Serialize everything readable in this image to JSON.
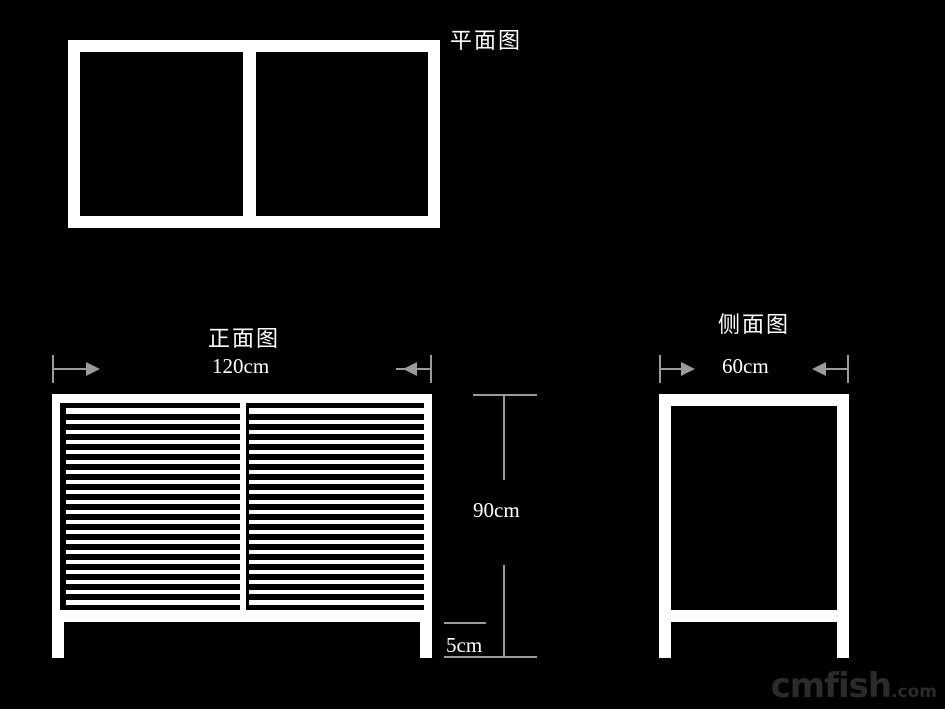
{
  "drawing": {
    "title_plan": "平面图",
    "title_front": "正面图",
    "title_side": "侧面图",
    "dimensions": {
      "width": "120cm",
      "height": "90cm",
      "depth": "60cm",
      "leg_height": "5cm"
    },
    "colors": {
      "background": "#000000",
      "line": "#ffffff",
      "dimension_line": "#9a9a9a",
      "watermark": "#2b2b2b"
    }
  },
  "views": {
    "plan": {
      "name": "平面图",
      "panel_count": 2
    },
    "front": {
      "name": "正面图",
      "width_label": "120cm",
      "height_label": "90cm",
      "leg_label": "5cm",
      "door_count": 2,
      "slats_per_door": 19
    },
    "side": {
      "name": "侧面图",
      "depth_label": "60cm"
    }
  },
  "watermark": {
    "brand": "cmfish",
    "tld": ".com"
  }
}
